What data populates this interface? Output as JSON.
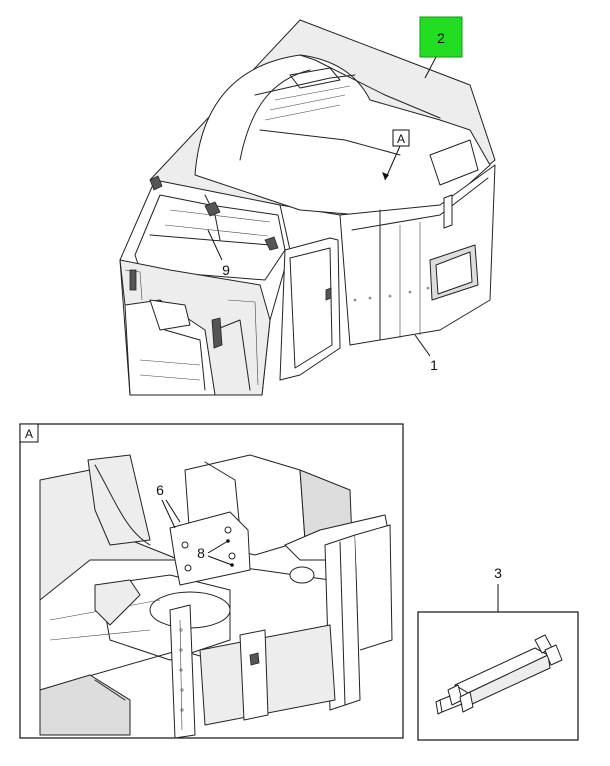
{
  "diagram": {
    "callouts": {
      "c1": "1",
      "c2": "2",
      "c3": "3",
      "c6": "6",
      "c8": "8",
      "c9": "9",
      "viewA_ref": "A",
      "viewA_label": "A"
    },
    "colors": {
      "highlight": "#22dd22",
      "line": "#222222",
      "shade": "#ededed"
    }
  }
}
